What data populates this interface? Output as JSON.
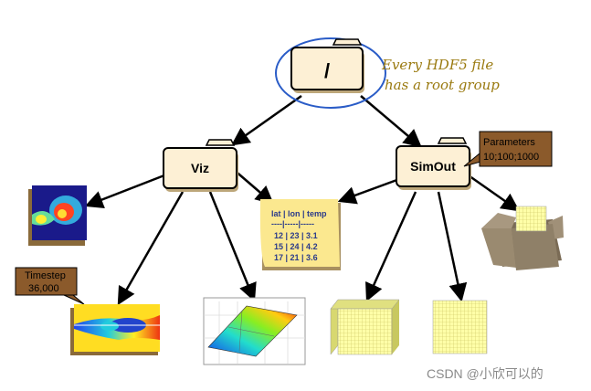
{
  "callout": {
    "line1": "Every HDF5 file",
    "line2": "has a root group"
  },
  "groups": {
    "root": "/",
    "viz": "Viz",
    "simout": "SimOut"
  },
  "notes": {
    "parameters": {
      "line1": "Parameters",
      "line2": "10;100;1000"
    },
    "timestep": {
      "line1": "Timestep",
      "line2": "36,000"
    }
  },
  "table": {
    "header": "lat | lon | temp",
    "separator": "----|-----|-----",
    "rows": [
      "12  |  23  |  3.1",
      "15  |  24  |  4.2",
      "17  |  21  |  3.6"
    ]
  },
  "watermark": "CSDN @小欣可以的",
  "colors": {
    "folder_fill": "#fdf0d5",
    "ellipse": "#2a5cc7",
    "note_fill": "#8b5a2b",
    "table_fill": "#fbe88f",
    "grid_fill": "#ffffa0",
    "box_fill": "#8f8068"
  }
}
